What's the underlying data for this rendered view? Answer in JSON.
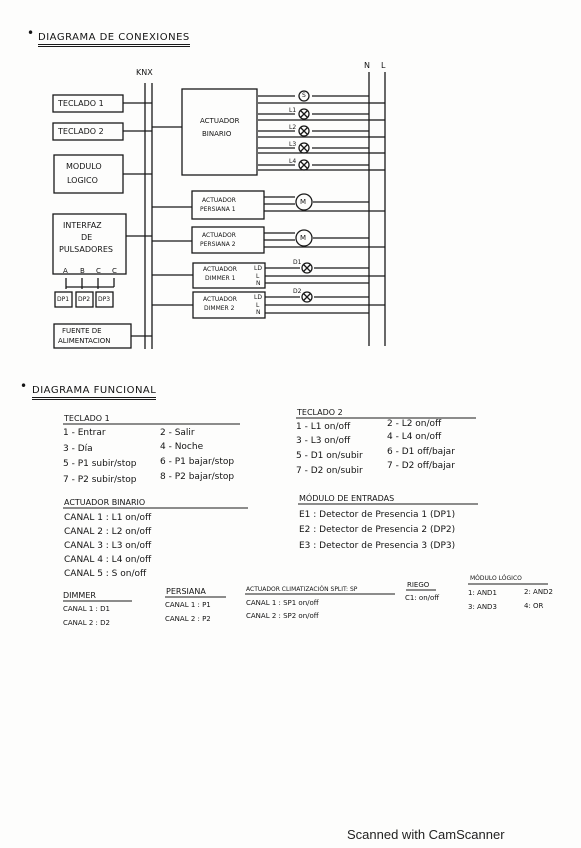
{
  "connections": {
    "heading": "DIAGRAMA DE CONEXIONES",
    "knx_label": "KNX",
    "n_label": "N",
    "l_label": "L",
    "blocks": {
      "teclado1": "TECLADO 1",
      "teclado2": "TECLADO 2",
      "modulo_line1": "MODULO",
      "modulo_line2": "LOGICO",
      "interfaz_line1": "INTERFAZ",
      "interfaz_line2": "DE",
      "interfaz_line3": "PULSADORES",
      "interfaz_inputs": [
        "A",
        "B",
        "C",
        "C"
      ],
      "dp": [
        "DP1",
        "DP2",
        "DP3"
      ],
      "fuente_line1": "FUENTE DE",
      "fuente_line2": "ALIMENTACION",
      "binario_line1": "ACTUADOR",
      "binario_line2": "BINARIO",
      "persiana1_line1": "ACTUADOR",
      "persiana1_line2": "PERSIANA 1",
      "persiana2_line1": "ACTUADOR",
      "persiana2_line2": "PERSIANA 2",
      "dimmer1_line1": "ACTUADOR",
      "dimmer1_line2": "DIMMER 1",
      "dimmer2_line1": "ACTUADOR",
      "dimmer2_line2": "DIMMER 2"
    },
    "load_labels": [
      "L1",
      "L2",
      "L3",
      "L4",
      "D1",
      "D2"
    ],
    "symbols": {
      "socket": "S",
      "lamp": "⊗",
      "motor": "M"
    },
    "dimmer_terminals": [
      "LD",
      "L",
      "N"
    ]
  },
  "functional": {
    "heading": "DIAGRAMA FUNCIONAL",
    "teclado1": {
      "title": "TECLADO 1",
      "col1": [
        "1 - Entrar",
        "3 - Día",
        "5 - P1 subir/stop",
        "7 - P2 subir/stop"
      ],
      "col2": [
        "2 - Salir",
        "4 - Noche",
        "6 - P1 bajar/stop",
        "8 - P2 bajar/stop"
      ]
    },
    "teclado2": {
      "title": "TECLADO 2",
      "col1": [
        "1 - L1 on/off",
        "3 - L3 on/off",
        "5 - D1 on/subir",
        "7 - D2 on/subir"
      ],
      "col2": [
        "2 - L2 on/off",
        "4 - L4 on/off",
        "6 - D1 off/bajar",
        "7 - D2 off/bajar"
      ]
    },
    "actuador_binario": {
      "title": "ACTUADOR BINARIO",
      "items": [
        "CANAL 1 : L1 on/off",
        "CANAL 2 : L2 on/off",
        "CANAL 3 : L3 on/off",
        "CANAL 4 : L4 on/off",
        "CANAL 5 : S on/off"
      ]
    },
    "modulo_entradas": {
      "title": "MÓDULO DE ENTRADAS",
      "items": [
        "E1 : Detector de Presencia 1 (DP1)",
        "E2 : Detector de Presencia 2 (DP2)",
        "E3 : Detector de Presencia 3 (DP3)"
      ]
    },
    "dimmer": {
      "title": "DIMMER",
      "items": [
        "CANAL 1 : D1",
        "CANAL 2 : D2"
      ]
    },
    "persiana": {
      "title": "PERSIANA",
      "items": [
        "CANAL 1 : P1",
        "CANAL 2 : P2"
      ]
    },
    "climatizacion": {
      "title": "ACTUADOR CLIMATIZACIÓN SPLIT: SP",
      "items": [
        "CANAL 1 : SP1 on/off",
        "CANAL 2 : SP2 on/off"
      ]
    },
    "riego": {
      "title": "RIEGO",
      "items": [
        "C1: on/off"
      ]
    },
    "modulo_logico": {
      "title": "MÓDULO LÓGICO",
      "items": [
        "1: AND1",
        "2: AND2",
        "3: AND3",
        "4: OR"
      ]
    }
  },
  "footer": {
    "scanner": "Scanned with CamScanner"
  }
}
